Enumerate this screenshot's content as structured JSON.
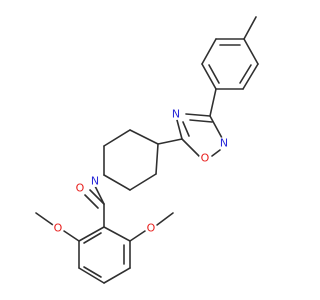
{
  "molecule": {
    "colors": {
      "bond": "#303030",
      "nitrogen": "#2a2ad8",
      "oxygen": "#e8201e",
      "background": "#ffffff"
    },
    "atom_labels": {
      "ring_n_piperidine": "N",
      "carbonyl_o": "O",
      "methoxy_o_left": "O",
      "methoxy_o_right": "O",
      "oxadiazole_n4": "N",
      "oxadiazole_n2": "N",
      "oxadiazole_o1": "O"
    }
  }
}
